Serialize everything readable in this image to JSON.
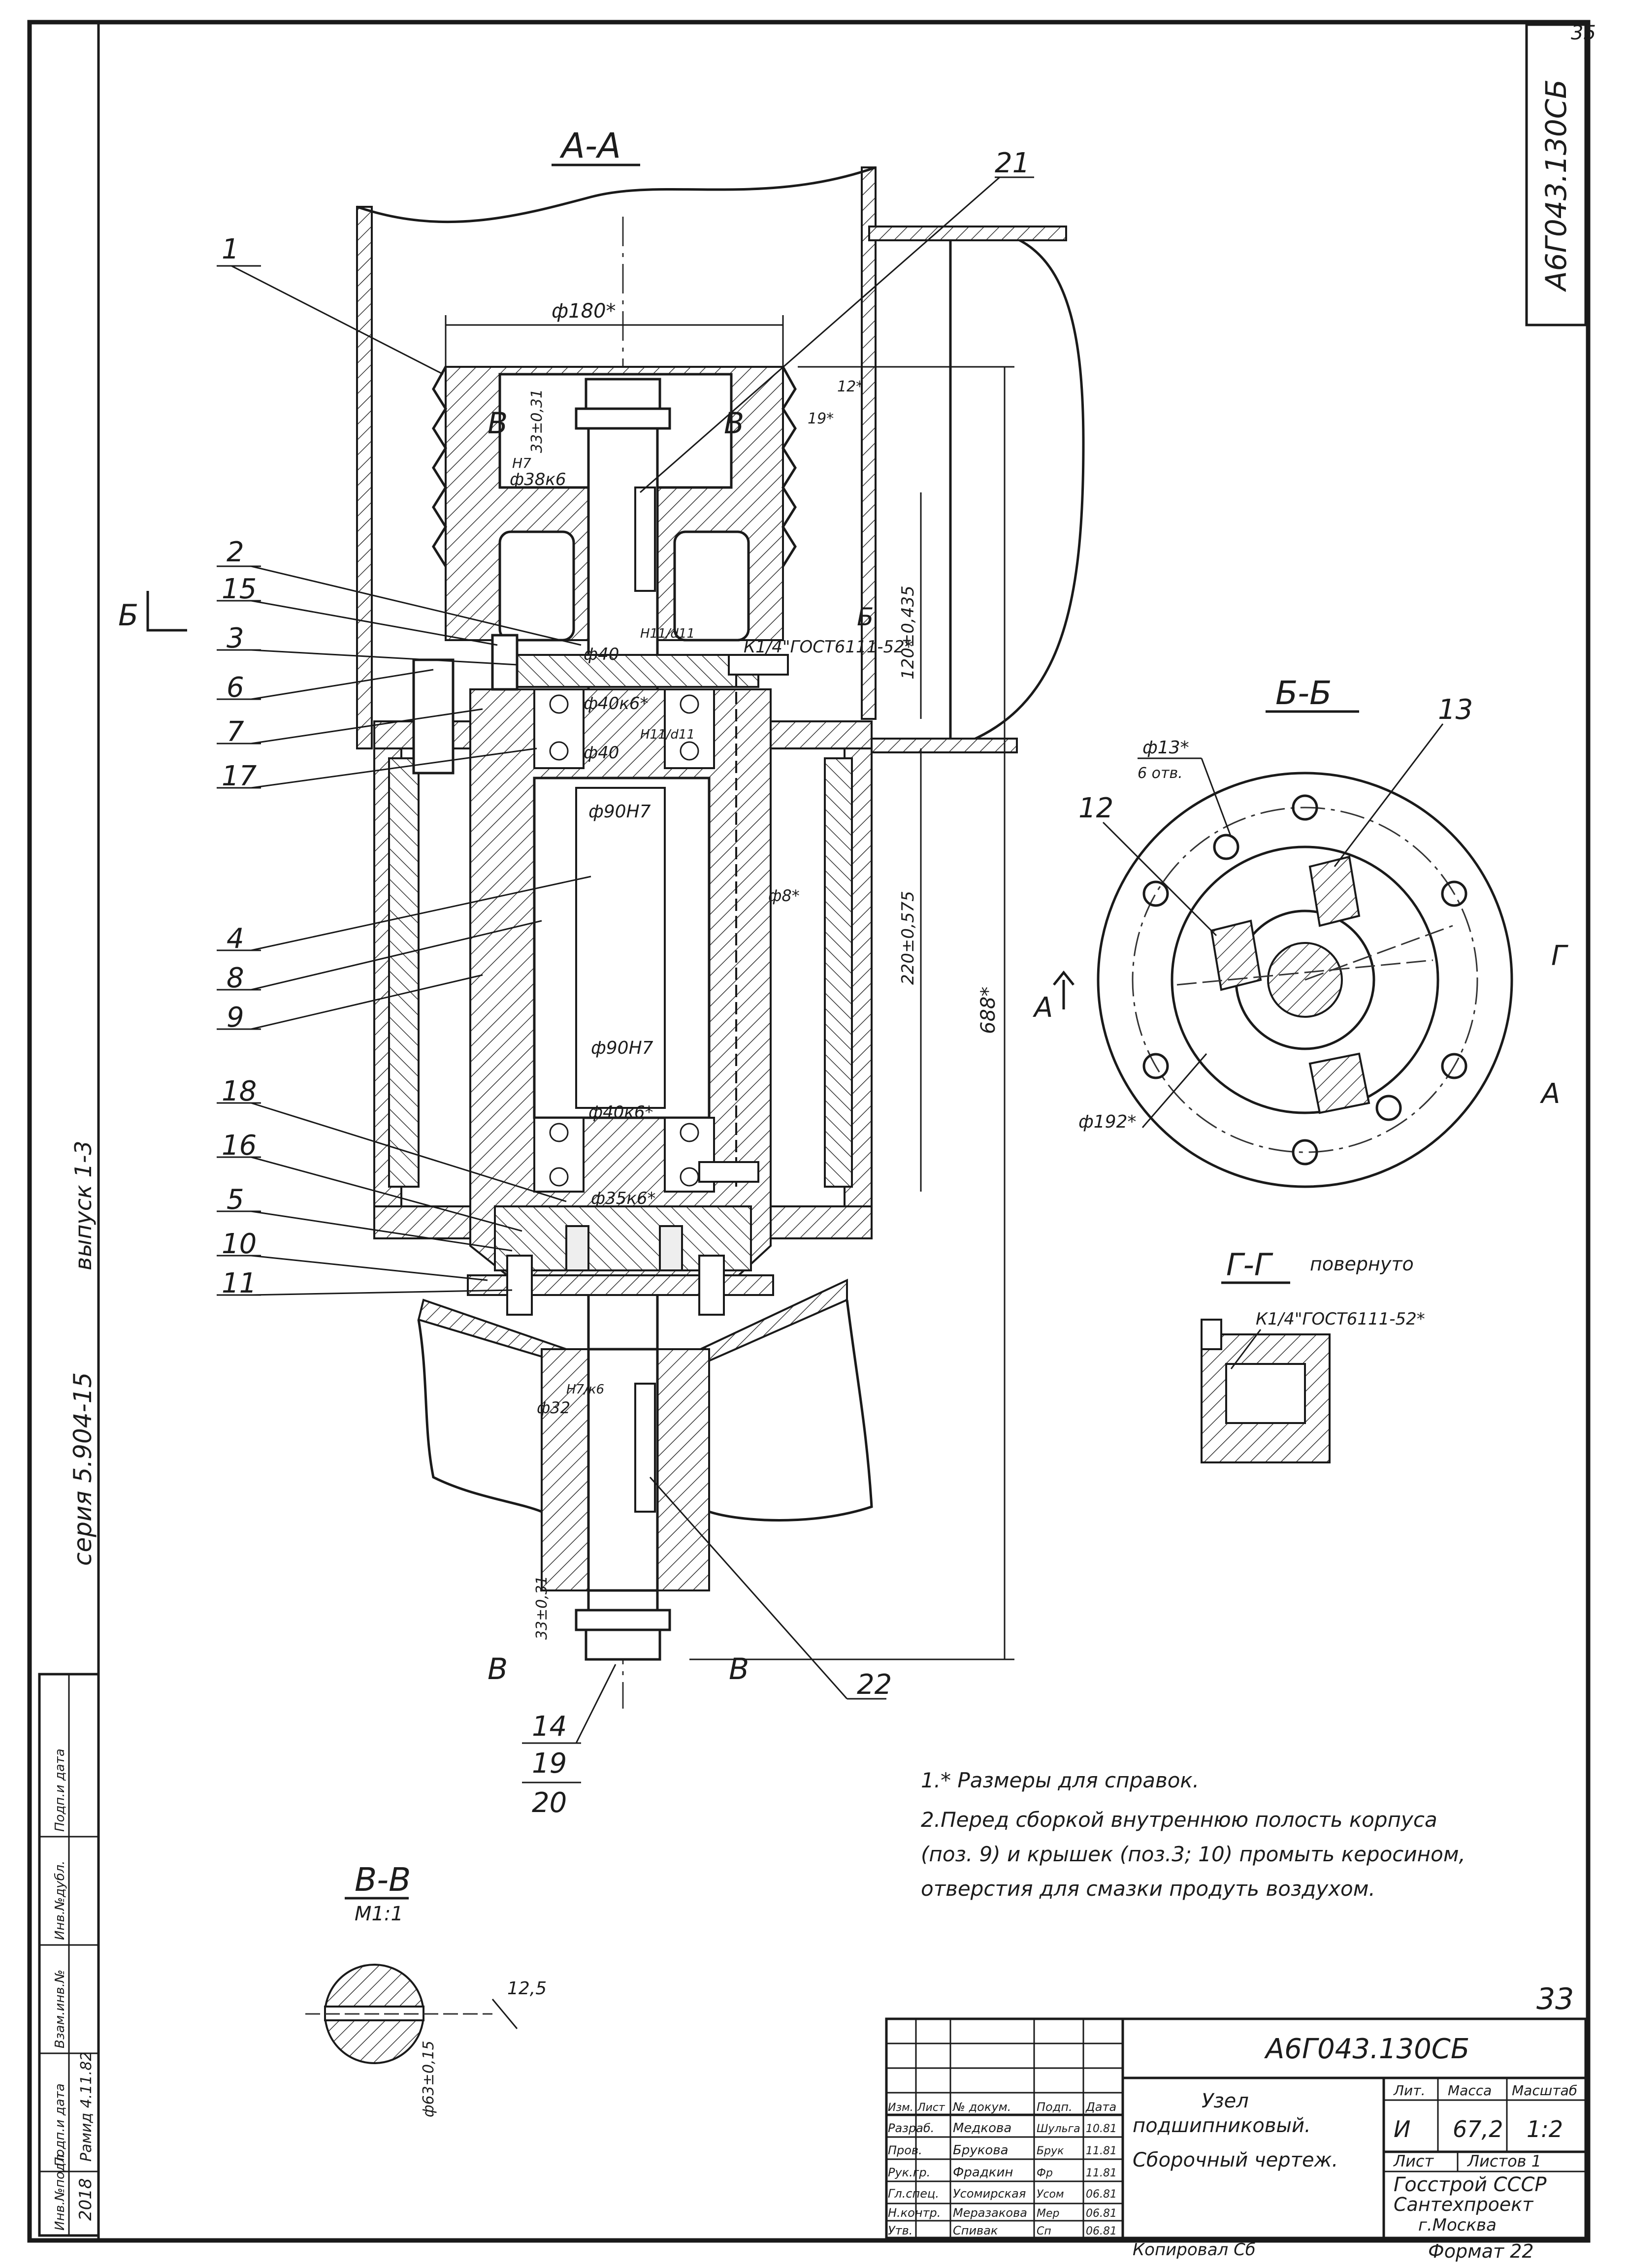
{
  "sheet": {
    "top_right_number": "35",
    "page_number": "33",
    "code_vertical": "А6Г043.130СБ",
    "series_vertical": "серия 5.904-15",
    "issue_vertical": "выпуск 1-3",
    "copied": "Копировал Сб",
    "format": "Формат 22"
  },
  "views": {
    "aa": "А-А",
    "bb": "Б-Б",
    "gg": "Г-Г",
    "gg_note": "повернуто",
    "vv": "В-В",
    "vv_scale": "М1:1"
  },
  "section_marks": {
    "b_left": "Б",
    "b_right": "Б",
    "v_top_left": "В",
    "v_top_right": "В",
    "v_bottom_left": "В",
    "v_bottom_right": "В",
    "a_left": "А",
    "a_bottom": "А",
    "g_top": "Г"
  },
  "positions": [
    "1",
    "2",
    "15",
    "3",
    "6",
    "7",
    "17",
    "4",
    "8",
    "9",
    "18",
    "16",
    "5",
    "10",
    "11",
    "21",
    "22",
    "12",
    "13",
    "14",
    "19",
    "20"
  ],
  "dimensions": {
    "d180": "ф180*",
    "d38": "ф38к6",
    "d38_fit": "Н7",
    "d40_top": "ф40",
    "d40_top_fit": "Н11/d11",
    "d40k6": "ф40к6*",
    "d40_mid": "ф40",
    "d40_mid_fit": "Н11/d11",
    "d90_top": "ф90Н7",
    "d90_bottom": "ф90Н7",
    "d40k6_bottom": "ф40к6*",
    "d35k6": "ф35к6*",
    "d32": "ф32",
    "d32_fit": "Н7/к6",
    "d8": "ф8*",
    "h33_top": "33±0,31",
    "h33_bottom": "33±0,31",
    "h19": "19*",
    "h12": "12*",
    "h120": "120±0,435",
    "h220": "220±0,575",
    "h688": "688*",
    "k14": "К1/4\"ГОСТ6111-52*",
    "k14_gg": "К1/4\"ГОСТ6111-52*",
    "holes": "ф13*",
    "holes_count": "6 отв.",
    "d192": "ф192*",
    "d12_5": "12,5",
    "d63": "ф63±0,15"
  },
  "notes": [
    "1.* Размеры для справок.",
    "2.Перед сборкой внутреннюю полость корпуса",
    "(поз. 9) и крышек (поз.3; 10) промыть керосином,",
    "отверстия для смазки продуть воздухом."
  ],
  "left_stamp": {
    "labels": [
      "Инв.№подл.",
      "Подп.и дата",
      "Взам.инв.№",
      "Инв.№дубл.",
      "Подп.и дата"
    ],
    "values": [
      "2018",
      "Рамид 4.11.82"
    ]
  },
  "title_block": {
    "code": "А6Г043.130СБ",
    "name_line1": "Узел",
    "name_line2": "подшипниковый.",
    "name_line3": "Сборочный чертеж.",
    "col_headers": [
      "Изм.",
      "Лист",
      "№ докум.",
      "Подп.",
      "Дата"
    ],
    "rows": [
      {
        "role": "Разраб.",
        "name": "Медкова",
        "sign": "Шульга",
        "date": "10.81"
      },
      {
        "role": "Пров.",
        "name": "Брукова",
        "sign": "Брук",
        "date": "11.81"
      },
      {
        "role": "Рук.гр.",
        "name": "Фрадкин",
        "sign": "Фр",
        "date": "11.81"
      },
      {
        "role": "Гл.спец.",
        "name": "Усомирская",
        "sign": "Усом",
        "date": "06.81"
      },
      {
        "role": "Н.контр.",
        "name": "Меразакова",
        "sign": "Мер",
        "date": "06.81"
      },
      {
        "role": "Утв.",
        "name": "Спивак",
        "sign": "Сп",
        "date": "06.81"
      }
    ],
    "lit_label": "Лит.",
    "mass_label": "Масса",
    "scale_label": "Масштаб",
    "lit": "И",
    "mass": "67,2",
    "scale": "1:2",
    "sheet_label": "Лист",
    "sheets_label": "Листов 1",
    "org1": "Госстрой СССР",
    "org2": "Сантехпроект",
    "org3": "г.Москва"
  }
}
